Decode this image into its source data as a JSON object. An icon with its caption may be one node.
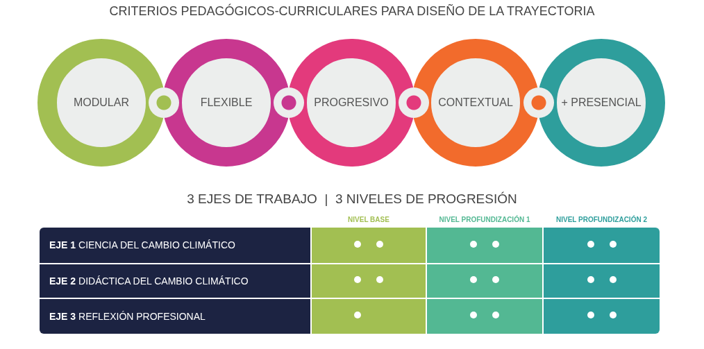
{
  "diagram": {
    "title": "CRITERIOS PEDAGÓGICOS-CURRICULARES PARA DISEÑO DE LA TRAYECTORIA",
    "nodes": [
      {
        "text": [
          "MODULAR"
        ]
      },
      {
        "text": [
          "FLEXIBLE"
        ]
      },
      {
        "text": [
          "PROGRESIVO"
        ]
      },
      {
        "text": [
          "CONTEXTUAL"
        ]
      },
      {
        "text": [
          "+ PRESENCIAL"
        ]
      },
      {
        "text": [],
        "shape": "circle"
      },
      {
        "text": [],
        "shape": "circle"
      },
      {
        "text": [],
        "shape": "circle"
      },
      {
        "text": [],
        "shape": "circle"
      }
    ],
    "labels": [
      "3 EJES DE TRABAJO  |  3 NIVELES DE PROGRESIÓN",
      "NIVEL BASE",
      "NIVEL PROFUNDIZACIÓN 1",
      "NIVEL PROFUNDIZACIÓN 2",
      "**EJE 1** CIENCIA DEL CAMBIO CLIMÁTICO",
      "**EJE 2** DIDÁCTICA DEL CAMBIO CLIMÁTICO",
      "**EJE 3** REFLEXIÓN PROFESIONAL"
    ]
  }
}
